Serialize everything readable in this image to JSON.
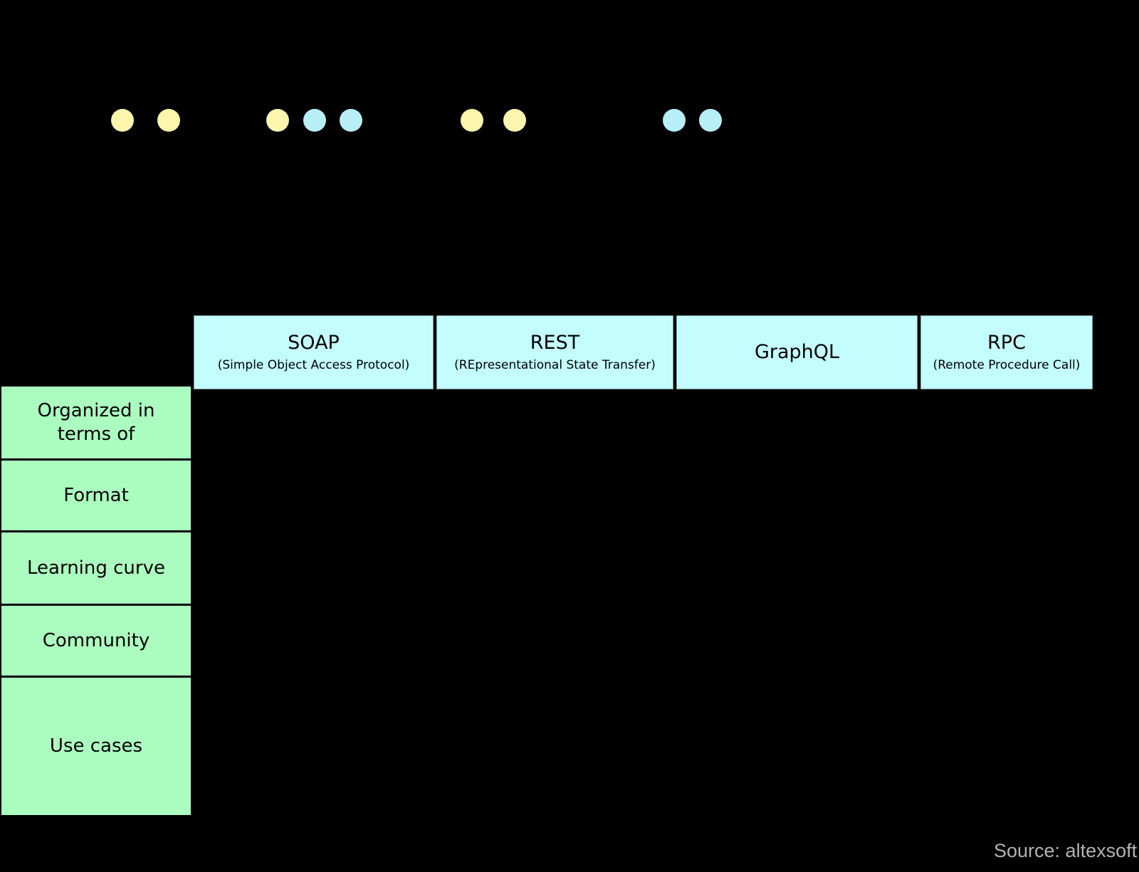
{
  "chart_data": {
    "type": "table",
    "columns": [
      {
        "name": "SOAP",
        "subtitle": "(Simple Object Access Protocol)"
      },
      {
        "name": "REST",
        "subtitle": "(REpresentational State Transfer)"
      },
      {
        "name": "GraphQL",
        "subtitle": ""
      },
      {
        "name": "RPC",
        "subtitle": "(Remote Procedure Call)"
      }
    ],
    "row_labels": [
      "Organized in terms of",
      "Format",
      "Learning curve",
      "Community",
      "Use cases"
    ],
    "legend_dots": {
      "palette": {
        "yellow": "#fbf5ae",
        "blue": "#b8eff6"
      },
      "groups": [
        {
          "dots": [
            "yellow",
            "yellow"
          ]
        },
        {
          "dots": [
            "yellow",
            "blue",
            "blue"
          ]
        },
        {
          "dots": [
            "yellow",
            "yellow"
          ]
        },
        {
          "dots": [
            "blue",
            "blue"
          ]
        }
      ]
    },
    "layout": {
      "legend_position": "top",
      "grid": false
    }
  },
  "colors": {
    "background": "#000000",
    "header_bg": "#c3fdfd",
    "row_label_bg": "#abfcbf",
    "cell_text": "#000000",
    "source_text": "#b3b3b3"
  },
  "footer": {
    "source": "Source: altexsoft"
  }
}
